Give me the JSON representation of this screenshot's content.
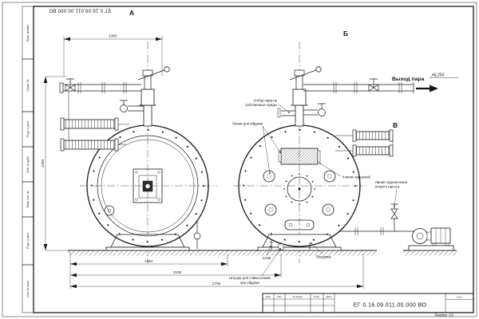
{
  "doc": {
    "number": "ЕГ 0.16.09.011.00.000 ВО",
    "format": "Формат А3",
    "sheet_label": "Лист"
  },
  "title_block": {
    "col_izm": "Изм.",
    "col_list": "Лист",
    "col_doc": "№ докум.",
    "col_sign": "Подп.",
    "col_date": "Дата"
  },
  "margin_stamps": {
    "perv": "Перв. примен.",
    "sprav": "Справ. №",
    "podp1": "Подп. и дата",
    "dubl": "Инв. № дубл.",
    "vzam": "Взам. инв. №",
    "podp2": "Подп. и дата",
    "podl": "Инв. № подл."
  },
  "views": {
    "a": "А",
    "b": "Б",
    "v": "В"
  },
  "callouts": {
    "steam_out": "Выход пара",
    "elevation": "+2,250",
    "own_needs_1": "Отбор пара на",
    "own_needs_2": "собственные нужды",
    "blow_hatches": "Лючки для обдувки",
    "explosion_valve": "Клапан взрывной",
    "pump_line_1": "Линия подключения",
    "pump_line_2": "второго насоса",
    "drain": "Слив",
    "blowdown": "Продувка",
    "sludge_1": "Штуцер для слива шлама",
    "sludge_2": "при обдувке"
  },
  "dimensions": {
    "top_width": "1300",
    "left_height": "2250",
    "bottom_1": "1464",
    "bottom_2": "2105",
    "bottom_3": "2705"
  }
}
